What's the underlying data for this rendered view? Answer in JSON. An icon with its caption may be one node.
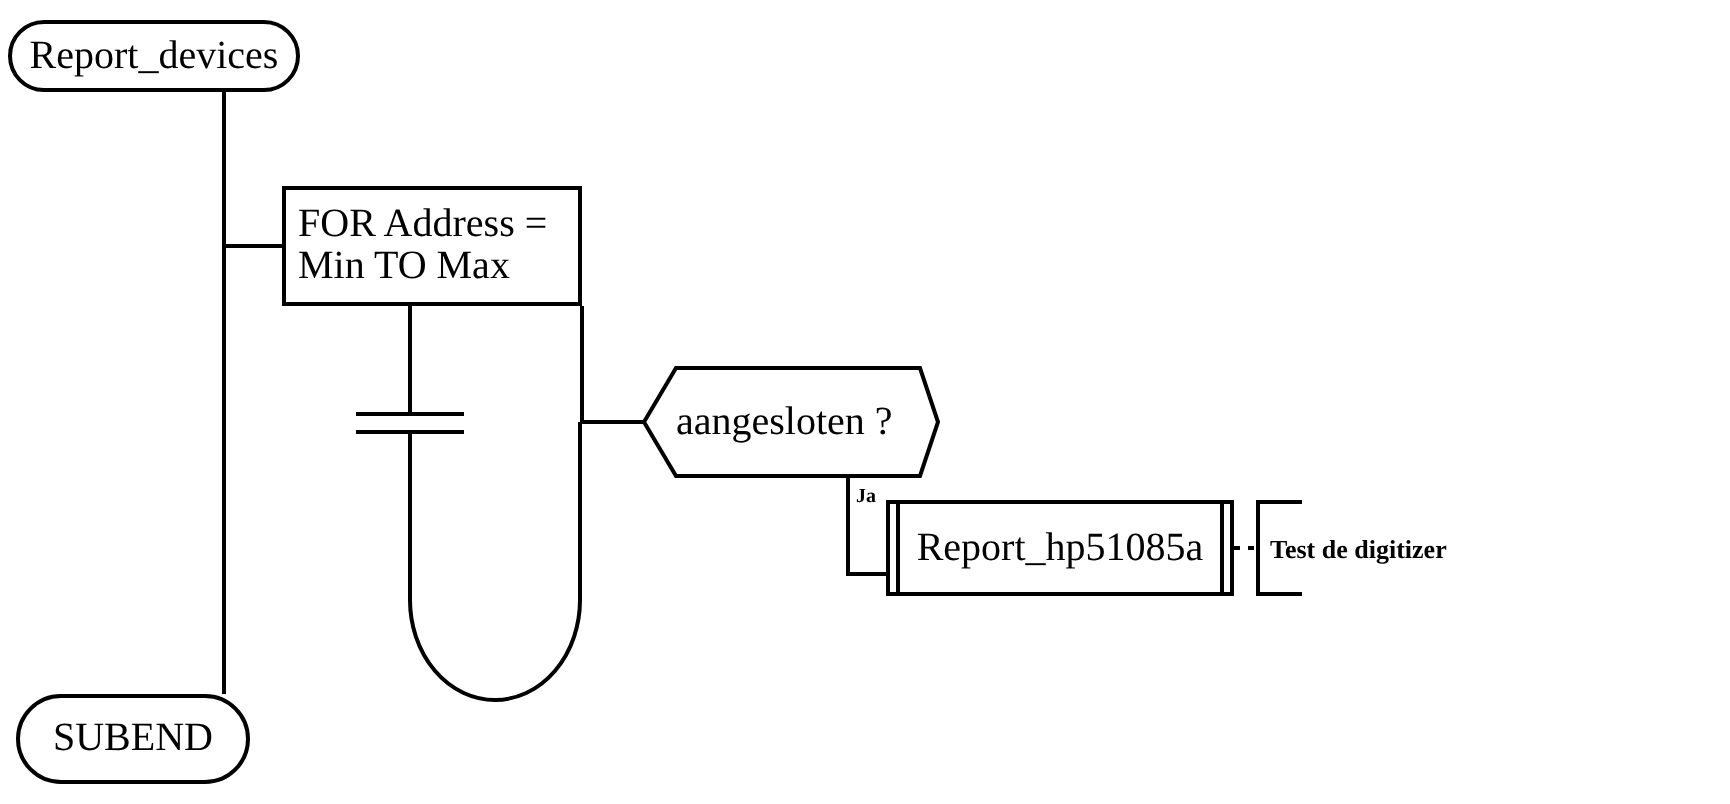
{
  "diagram": {
    "nodes": [
      {
        "text": [
          "Report_devices"
        ]
      },
      {
        "text": [
          "FOR Address = Min TO Max"
        ]
      },
      {
        "text": [
          "aangesloten ?"
        ]
      },
      {
        "text": [
          "Report_hp51085a"
        ]
      },
      {
        "text": [
          "Test de digitizer"
        ]
      },
      {
        "text": [
          "SUBEND"
        ]
      }
    ],
    "edges": [
      {
        "from": 0,
        "to": 5,
        "arrow": "none"
      },
      {
        "from": 0,
        "to": 1,
        "arrow": "none"
      },
      {
        "from": 1,
        "to": 2,
        "arrow": "none"
      },
      {
        "from": 2,
        "to": 3,
        "arrow": "none",
        "label": "Ja"
      },
      {
        "from": 3,
        "to": 4,
        "arrow": "none",
        "style": "dashed"
      }
    ]
  }
}
